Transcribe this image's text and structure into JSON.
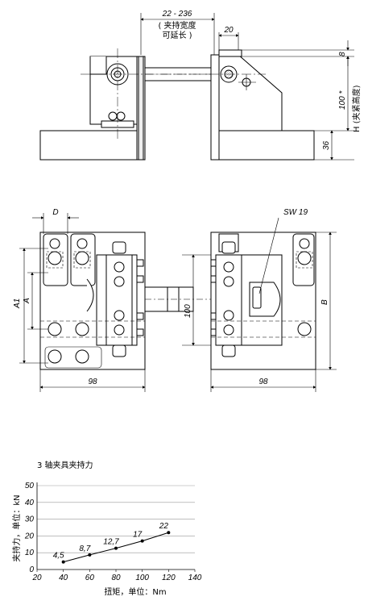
{
  "drawing": {
    "top_view": {
      "width_range": "22 - 236",
      "width_note_1": "( 夹持宽度",
      "width_note_2": "可延长 )",
      "dim_20": "20",
      "dim_8": "8",
      "dim_100": "100 *",
      "dim_h": "H (夹紧高度)",
      "dim_36": "36"
    },
    "plan_view": {
      "dim_d": "D",
      "dim_sw": "SW 19",
      "dim_a1": "A1",
      "dim_a": "A",
      "dim_100": "100",
      "dim_b": "B",
      "dim_98_left": "98",
      "dim_98_right": "98"
    }
  },
  "chart_data": {
    "type": "line",
    "title": "3 轴夹具夹持力",
    "xlabel": "扭矩，单位：Nm",
    "ylabel": "夹持力，单位：kN",
    "xlim": [
      20,
      140
    ],
    "ylim": [
      0,
      50
    ],
    "x_ticks": [
      "20",
      "40",
      "60",
      "80",
      "100",
      "120",
      "140"
    ],
    "y_ticks": [
      "0",
      "10",
      "20",
      "30",
      "40",
      "50"
    ],
    "grid": true,
    "series": [
      {
        "x": [
          40,
          60,
          80,
          100,
          120
        ],
        "values": [
          4.5,
          8.7,
          12.7,
          17,
          22
        ],
        "labels": [
          "4,5",
          "8,7",
          "12,7",
          "17",
          "22"
        ]
      }
    ]
  }
}
